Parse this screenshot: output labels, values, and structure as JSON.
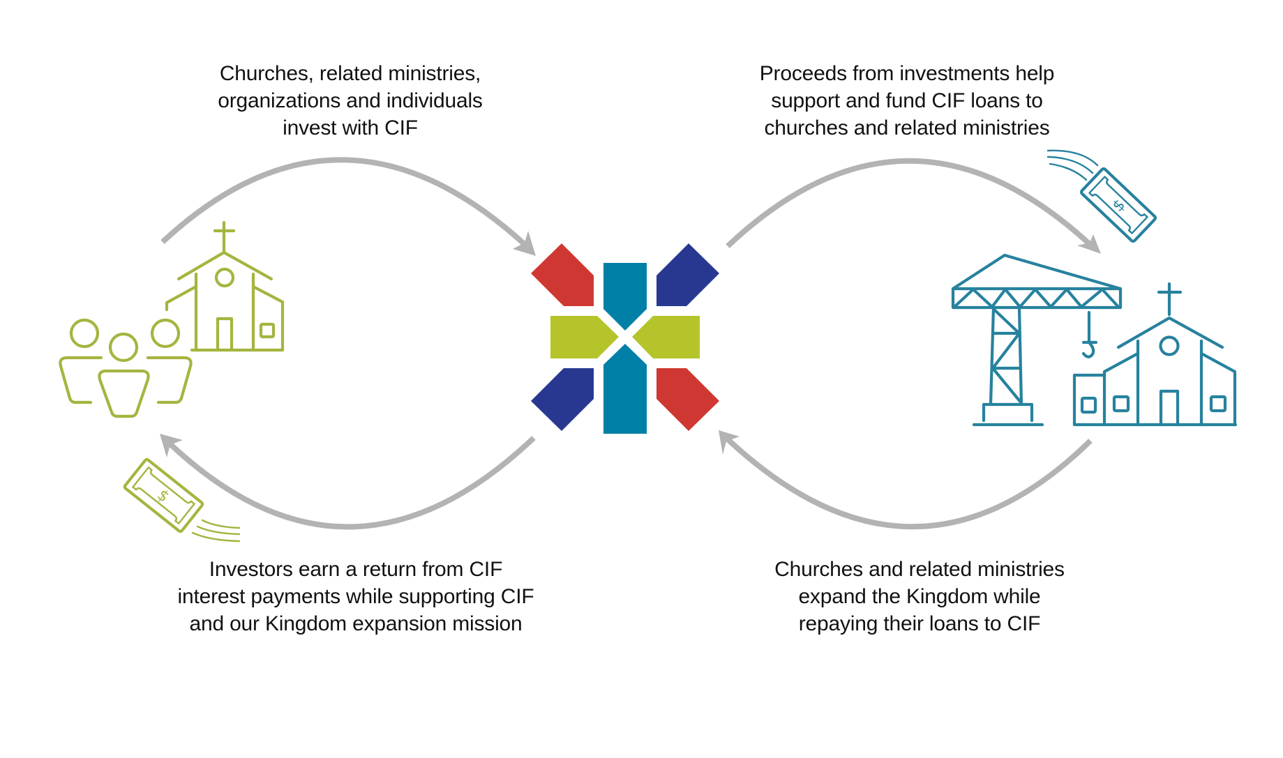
{
  "diagram": {
    "title": "CIF investment and lending cycle",
    "center_logo": {
      "name": "CIF logo",
      "colors": {
        "red": "#CF3832",
        "navy": "#283891",
        "teal": "#0080A6",
        "lime": "#B5C42B"
      }
    },
    "steps": [
      {
        "id": "invest",
        "position": "top-left",
        "lines": [
          "Churches, related ministries,",
          "organizations and individuals",
          "invest with CIF"
        ]
      },
      {
        "id": "proceeds",
        "position": "top-right",
        "lines": [
          "Proceeds from investments help",
          "support and fund CIF loans to",
          "churches and related ministries"
        ]
      },
      {
        "id": "repay",
        "position": "bottom-right",
        "lines": [
          "Churches and related ministries",
          "expand the Kingdom while",
          "repaying their loans to CIF"
        ]
      },
      {
        "id": "return",
        "position": "bottom-left",
        "lines": [
          "Investors earn a return from CIF",
          "interest payments while supporting CIF",
          "and our Kingdom expansion mission"
        ]
      }
    ],
    "icons": {
      "investors": {
        "name": "people-and-church-icon",
        "color": "#A6B43F"
      },
      "borrowers": {
        "name": "crane-and-church-icon",
        "color": "#27829E"
      },
      "money_left": {
        "name": "flying-dollar-bill-icon",
        "color": "#A6B43F",
        "symbol": "$"
      },
      "money_right": {
        "name": "flying-dollar-bill-icon",
        "color": "#27829E",
        "symbol": "$"
      }
    },
    "arrow_color": "#B3B3B3",
    "flows": [
      {
        "from": "investors",
        "to": "CIF",
        "direction": "clockwise"
      },
      {
        "from": "CIF",
        "to": "borrowers",
        "direction": "clockwise"
      },
      {
        "from": "borrowers",
        "to": "CIF",
        "direction": "clockwise"
      },
      {
        "from": "CIF",
        "to": "investors",
        "direction": "clockwise"
      }
    ]
  }
}
